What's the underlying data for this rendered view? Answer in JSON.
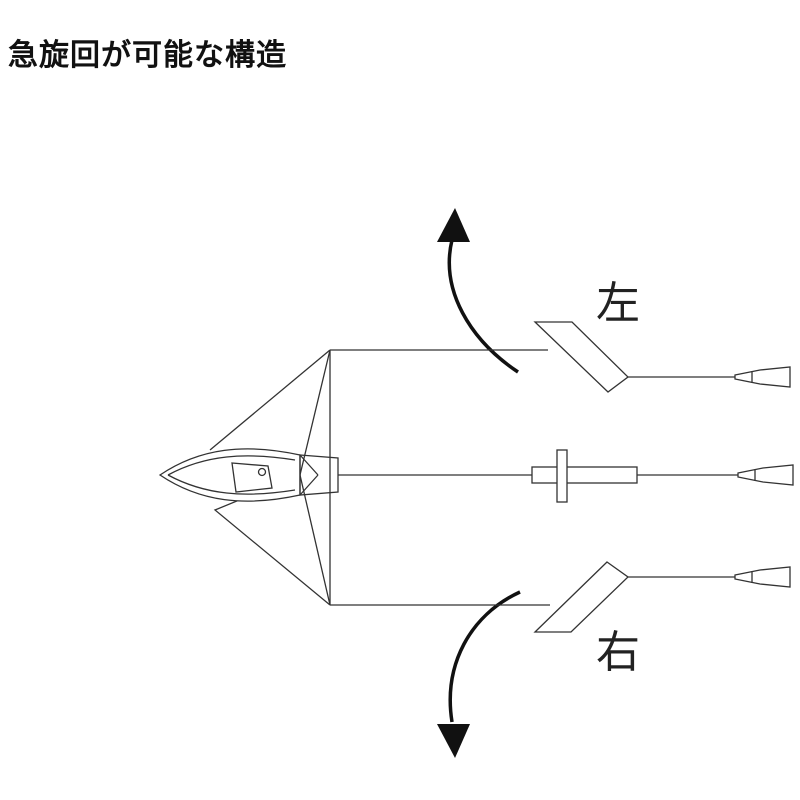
{
  "title": "急旋回が可能な構造",
  "labels": {
    "left": "左",
    "right": "右"
  },
  "colors": {
    "stroke": "#333333",
    "text": "#222222",
    "background": "#ffffff"
  }
}
